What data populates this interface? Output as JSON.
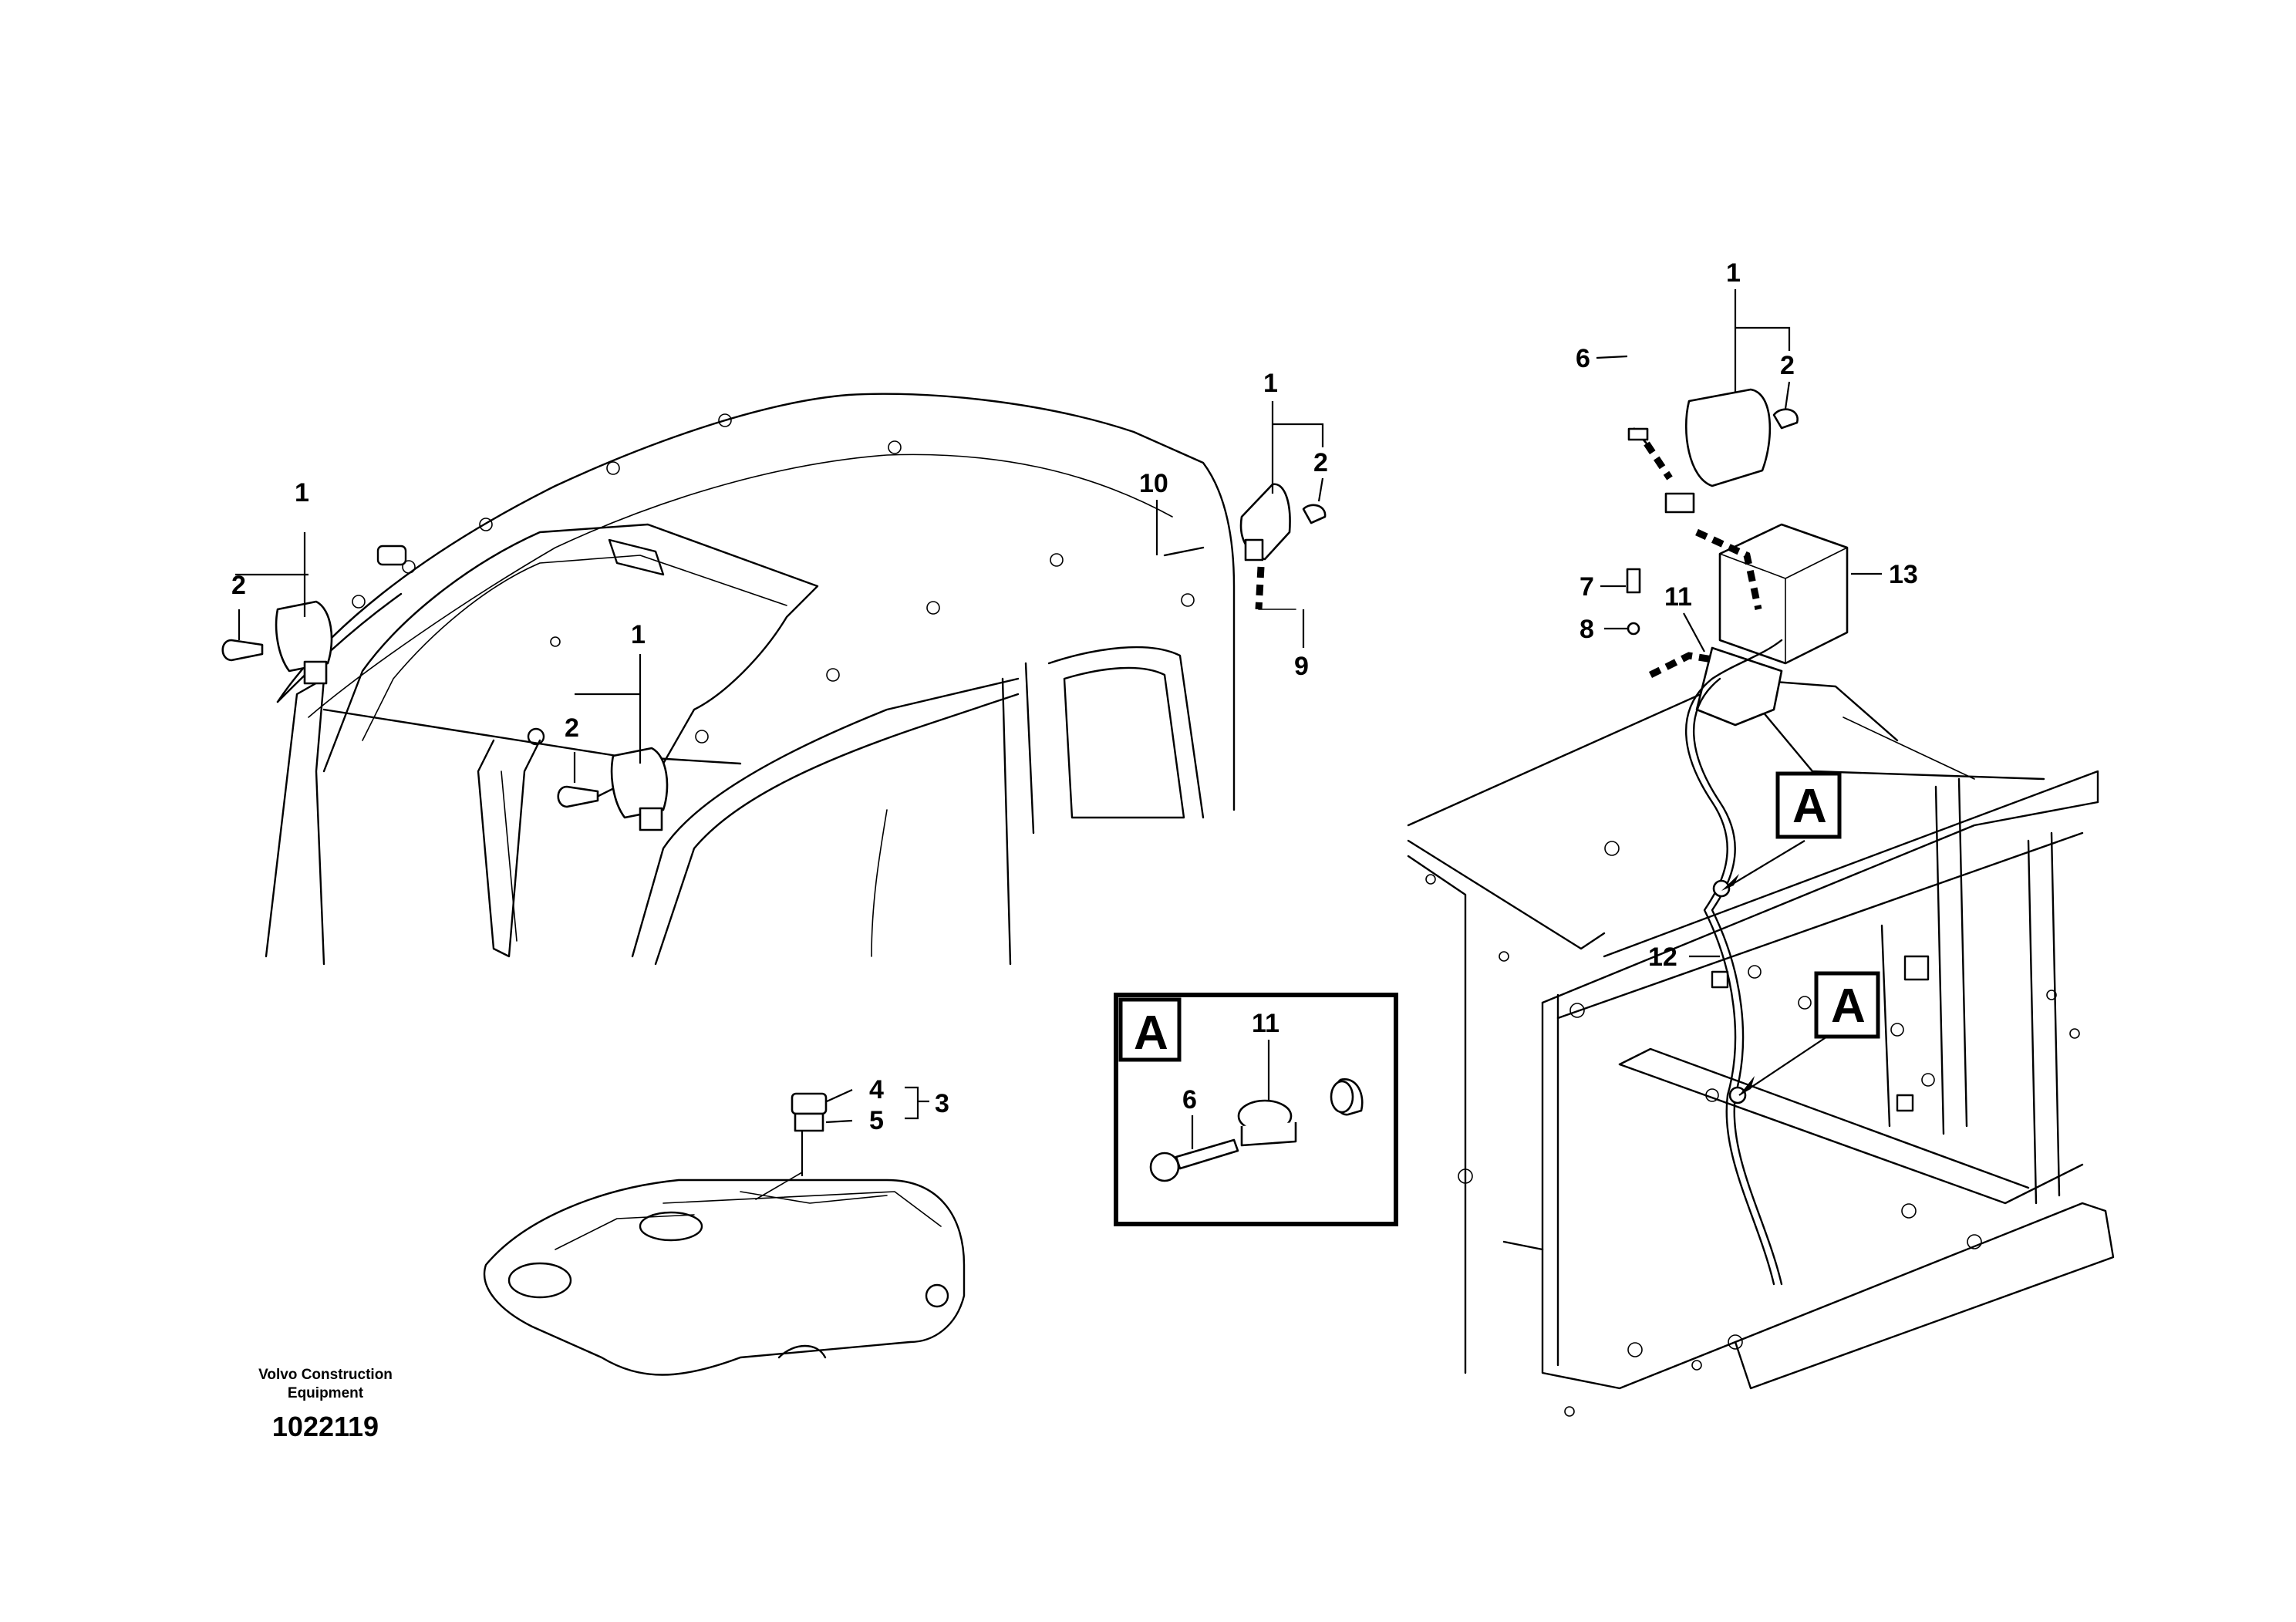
{
  "callouts": {
    "lamp_left": {
      "lamp": "1",
      "bulb": "2"
    },
    "lamp_mid": {
      "lamp": "1",
      "bulb": "2"
    },
    "lamp_rear": {
      "lamp": "1",
      "bulb": "2",
      "screw": "10",
      "connector": "9"
    },
    "switch": {
      "knob": "4",
      "switch": "5",
      "assembly": "3"
    },
    "detail_a": {
      "letter": "A",
      "clamp": "11",
      "bolt": "6"
    },
    "frame_unit": {
      "lamp": "1",
      "bulb": "2",
      "bolt": "6",
      "screw": "7",
      "washer": "8",
      "clamp": "11",
      "harness": "12",
      "box": "13"
    },
    "view_marks": [
      "A",
      "A"
    ]
  },
  "footer": {
    "maker_line1": "Volvo Construction",
    "maker_line2": "Equipment",
    "drawing_number": "1022119"
  }
}
